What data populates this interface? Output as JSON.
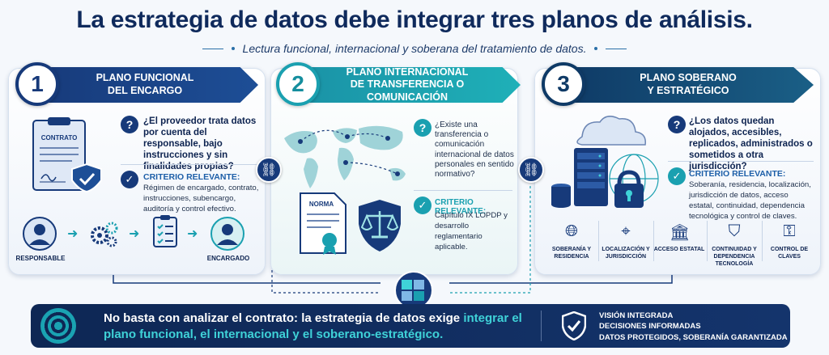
{
  "header": {
    "title": "La estrategia de datos debe integrar tres planos de análisis.",
    "subtitle": "Lectura funcional, internacional y soberana del tratamiento de datos."
  },
  "panels": [
    {
      "number": "1",
      "banner_line1": "PLANO FUNCIONAL",
      "banner_line2": "DEL ENCARGO",
      "question": "¿El proveedor trata datos por cuenta del responsable, bajo instrucciones y sin finalidades propias?",
      "criterion_label": "CRITERIO RELEVANTE:",
      "criterion_text": "Régimen de encargado, contrato, instrucciones, subencargo, auditoría y control efectivo.",
      "document_label": "CONTRATO",
      "flow_left": "RESPONSABLE",
      "flow_right": "ENCARGADO",
      "icon_color": "#173a7a"
    },
    {
      "number": "2",
      "banner_line1": "PLANO INTERNACIONAL",
      "banner_line2": "DE TRANSFERENCIA O COMUNICACIÓN",
      "question": "¿Existe una transferencia o comunicación internacional de datos personales en sentido normativo?",
      "criterion_label": "CRITERIO RELEVANTE:",
      "criterion_text": "Capítulo IX LOPDP y desarrollo reglamentario aplicable.",
      "document_label": "NORMA",
      "icon_color": "#1aa0b0"
    },
    {
      "number": "3",
      "banner_line1": "PLANO SOBERANO",
      "banner_line2": "Y ESTRATÉGICO",
      "question": "¿Los datos quedan alojados, accesibles, replicados, administrados o sometidos a otra jurisdicción?",
      "criterion_label": "CRITERIO RELEVANTE:",
      "criterion_text": "Soberanía, residencia, localización, jurisdicción de datos, acceso estatal, continuidad, dependencia tecnológica y control de claves.",
      "icon_color": "#0f3a66",
      "items": [
        {
          "label": "SOBERANÍA Y RESIDENCIA",
          "icon": "globe-icon"
        },
        {
          "label": "LOCALIZACIÓN Y JURISDICCIÓN",
          "icon": "map-pin-icon"
        },
        {
          "label": "ACCESO ESTATAL",
          "icon": "government-building-icon"
        },
        {
          "label": "CONTINUIDAD Y DEPENDENCIA TECNOLOGÍA",
          "icon": "shield-check-icon"
        },
        {
          "label": "CONTROL DE CLAVES",
          "icon": "key-icon"
        }
      ]
    }
  ],
  "footer": {
    "message_plain": "No basta con analizar el contrato: la estrategia de datos exige ",
    "message_highlight": "integrar el plano funcional, el internacional y el soberano-estratégico.",
    "bullets": [
      "VISIÓN INTEGRADA",
      "DECISIONES INFORMADAS",
      "DATOS PROTEGIDOS, SOBERANÍA GARANTIZADA"
    ]
  },
  "colors": {
    "navy": "#0f2a5c",
    "teal": "#1aa0b0",
    "highlight": "#3fd2d8"
  }
}
